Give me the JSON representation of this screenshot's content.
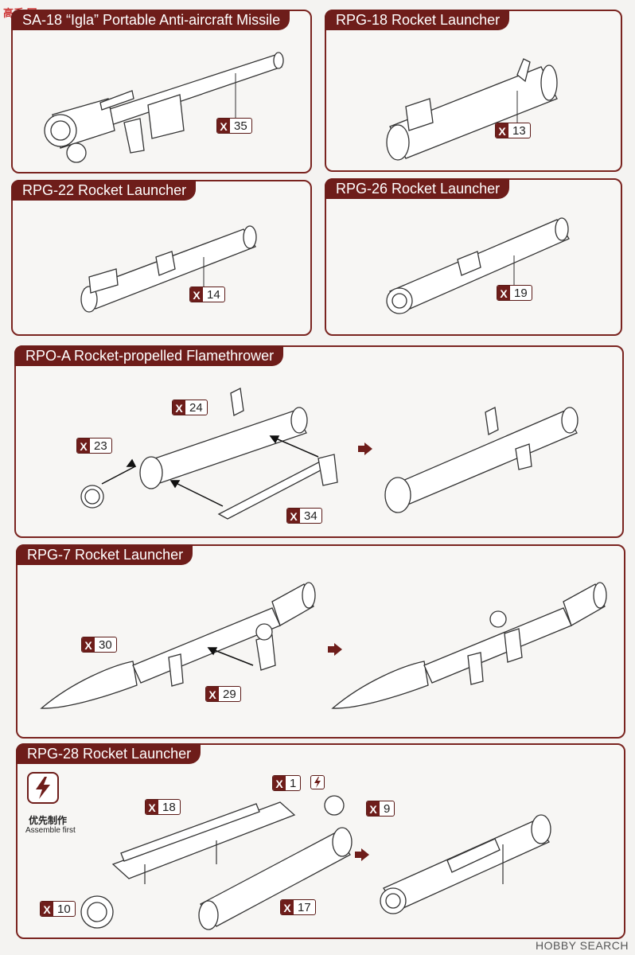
{
  "watermark": "高手 网",
  "panels": [
    {
      "title": "SA-18 “Igla” Portable Anti-aircraft Missile",
      "badges": [
        {
          "x": "X",
          "n": "35"
        }
      ]
    },
    {
      "title": "RPG-18 Rocket Launcher",
      "badges": [
        {
          "x": "X",
          "n": "13"
        }
      ]
    },
    {
      "title": "RPG-22 Rocket Launcher",
      "badges": [
        {
          "x": "X",
          "n": "14"
        }
      ]
    },
    {
      "title": "RPG-26 Rocket Launcher",
      "badges": [
        {
          "x": "X",
          "n": "19"
        }
      ]
    },
    {
      "title": "RPO-A Rocket-propelled Flamethrower",
      "badges": [
        {
          "x": "X",
          "n": "24"
        },
        {
          "x": "X",
          "n": "23"
        },
        {
          "x": "X",
          "n": "34"
        }
      ]
    },
    {
      "title": "RPG-7 Rocket Launcher",
      "badges": [
        {
          "x": "X",
          "n": "30"
        },
        {
          "x": "X",
          "n": "29"
        }
      ]
    },
    {
      "title": "RPG-28 Rocket Launcher",
      "badges": [
        {
          "x": "X",
          "n": "1"
        },
        {
          "x": "X",
          "n": "9"
        },
        {
          "x": "X",
          "n": "18"
        },
        {
          "x": "X",
          "n": "10"
        },
        {
          "x": "X",
          "n": "17"
        }
      ]
    }
  ],
  "assemble_first": {
    "cn": "优先制作",
    "en": "Assemble first",
    "icon": "lightning-icon"
  },
  "footer": "HOBBY SEARCH",
  "colors": {
    "accent": "#6e1d1a",
    "border": "#7a2420"
  }
}
